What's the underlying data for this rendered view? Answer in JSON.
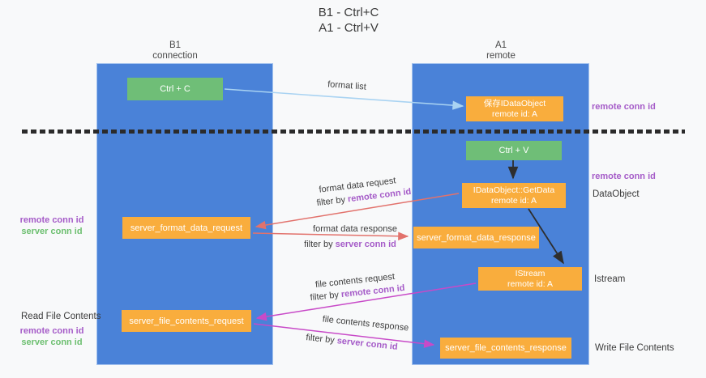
{
  "title": {
    "line1": "B1 - Ctrl+C",
    "line2": "A1 - Ctrl+V"
  },
  "columns": {
    "left": {
      "name": "B1",
      "role": "connection"
    },
    "right": {
      "name": "A1",
      "role": "remote"
    }
  },
  "boxes": {
    "ctrl_c": {
      "label": "Ctrl + C"
    },
    "save_idataobject": {
      "line1": "保存IDataObject",
      "line2": "remote id: A"
    },
    "ctrl_v": {
      "label": "Ctrl + V"
    },
    "getdata": {
      "line1": "IDataObject::GetData",
      "line2": "remote id: A"
    },
    "format_request": {
      "label": "server_format_data_request"
    },
    "format_response": {
      "label": "server_format_data_response"
    },
    "istream": {
      "line1": "IStream",
      "line2": "remote id: A"
    },
    "file_request": {
      "label": "server_file_contents_request"
    },
    "file_response": {
      "label": "server_file_contents_response"
    }
  },
  "arrow_labels": {
    "format_list": "format list",
    "format_data_request": "format data request",
    "filter_by_1": "filter by ",
    "filter_remote_1": "remote conn id",
    "format_data_response": "format data response",
    "filter_by_2": "filter by ",
    "filter_server_1": "server conn id",
    "file_contents_request": "file contents request",
    "filter_by_3": "filter by ",
    "filter_remote_2": "remote conn id",
    "file_contents_response": "file contents response",
    "filter_by_4": "filter by ",
    "filter_server_2": "server conn id"
  },
  "side_labels": {
    "right_remote_conn_top": "remote conn id",
    "right_remote_conn_mid": "remote conn id",
    "dataobject": "DataObject",
    "istream": "Istream",
    "write_file_contents": "Write File Contents",
    "left_remote_conn_top": "remote conn id",
    "left_server_conn_top": "server conn id",
    "read_file_contents": "Read File Contents",
    "left_remote_conn_bottom": "remote conn id",
    "left_server_conn_bottom": "server conn id"
  },
  "colors": {
    "lifeline_blue": "#4a82d8",
    "box_orange": "#f9ad3d",
    "box_green": "#6fbe77",
    "arrow_lightblue": "#a9d3f2",
    "arrow_red": "#e2726c",
    "arrow_magenta": "#c84ac8",
    "arrow_black": "#2e2e2e",
    "text_purple": "#a55bc8",
    "text_green": "#6cbf6f",
    "background": "#f8f9fa"
  }
}
